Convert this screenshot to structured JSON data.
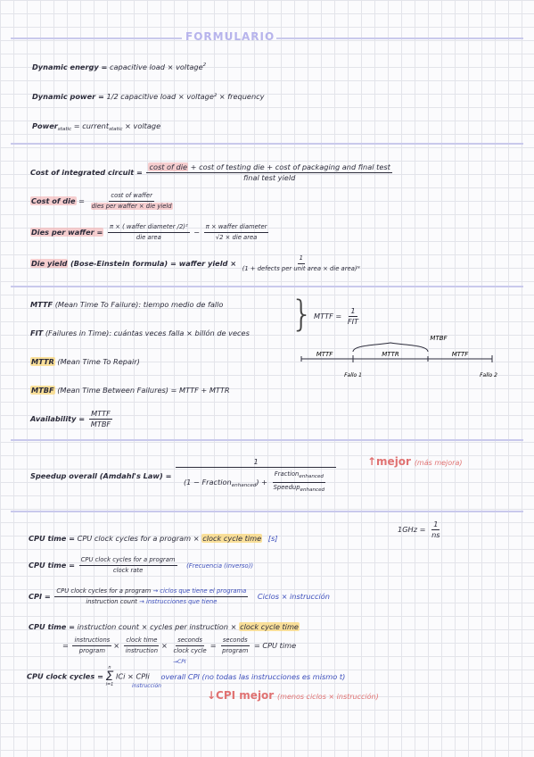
{
  "title": "FORMULARIO",
  "energy": {
    "dyn_energy_label": "Dynamic energy =",
    "dyn_energy_expr": "capacitive load × voltage",
    "sq": "2",
    "dyn_power_label": "Dynamic power =",
    "dyn_power_expr": "1/2 capacitive load × voltage² × frequency",
    "static_label": "Power",
    "static_sub": "static",
    "static_expr": "= current",
    "static_expr2": "static",
    "static_expr3": "× voltage"
  },
  "cost": {
    "ic_label": "Cost of integrated circuit =",
    "ic_num_hl": "cost of die",
    "ic_num_rest": "+ cost of testing die + cost of packaging and final test",
    "ic_den": "final test yield",
    "die_label": "Cost of die",
    "eq": "=",
    "die_num": "cost of waffer",
    "die_den": "dies per waffer × die yield",
    "dies_label": "Dies per waffer =",
    "dies_num1": "π × ( waffer diameter /2)²",
    "dies_den1": "die area",
    "minus": "−",
    "dies_num2": "π × waffer diameter",
    "dies_den2": "√2 × die area",
    "yield_label": "Die yield",
    "yield_rest": "(Bose-Einstein formula) = waffer yield ×",
    "yield_num": "1",
    "yield_den": "(1 + defects per unit area × die area)ᴺ"
  },
  "reliability": {
    "mttf_label": "MTTF",
    "mttf_desc": "(Mean Time To Failure): tiempo medio de fallo",
    "fit_label": "FIT",
    "fit_desc": "(Failures in Time): cuántas veces falla × billón de veces",
    "mttf_eq": "MTTF =",
    "mttf_num": "1",
    "mttf_den": "FIT",
    "mttr_label": "MTTR",
    "mttr_desc": "(Mean Time To Repair)",
    "mtbf_label": "MTBF",
    "mtbf_desc": "(Mean Time Between Failures) = MTTF + MTTR",
    "avail_label": "Availability =",
    "avail_num": "MTTF",
    "avail_den": "MTBF",
    "diagram": {
      "mtbf": "MTBF",
      "mttf1": "MTTF",
      "mttr": "MTTR",
      "mttf2": "MTTF",
      "fallo1": "Fallo 1",
      "fallo2": "Fallo 2"
    }
  },
  "speedup": {
    "label": "Speedup overall (Amdahl's Law) =",
    "num": "1",
    "den_left": "(1 − Fraction",
    "den_left_sub": "enhanced",
    "den_left_close": ") +",
    "den_frac_num": "Fraction",
    "den_frac_num_sub": "enhanced",
    "den_frac_den": "Speedup",
    "den_frac_den_sub": "enhanced",
    "note_big": "↑mejor",
    "note_small": "(más mejora)"
  },
  "cpu": {
    "ghz": "1GHz =",
    "ghz_num": "1",
    "ghz_den": "ns",
    "t1_label": "CPU time =",
    "t1_expr": "CPU clock cycles for a program ×",
    "t1_hl": "clock cycle time",
    "t1_unit": "[s]",
    "t2_label": "CPU time =",
    "t2_num": "CPU clock cycles for a program",
    "t2_den": "clock rate",
    "t2_note": "(Frecuencia (inverso))",
    "cpi_label": "CPI =",
    "cpi_num": "CPU clock cycles for a program",
    "cpi_num_note": "→ ciclos que tiene el programa",
    "cpi_den": "instruction count",
    "cpi_den_note": "→ instrucciones que tiene",
    "cpi_side": "Ciclos × instrucción",
    "t3_label": "CPU time =",
    "t3_expr": "instruction count × cycles per instruction ×",
    "t3_hl": "clock cycle time",
    "eq": "=",
    "f1n": "instructions",
    "f1d": "program",
    "f2n": "clock time",
    "f2d": "instruction",
    "f3n": "seconds",
    "f3d": "clock cycle",
    "f4n": "seconds",
    "f4d": "program",
    "eq_end": "= CPU time",
    "cc_label": "CPU clock cycles =",
    "sum": "Σ",
    "sum_top": "n",
    "sum_bot": "i=1",
    "sum_expr": "ICi × CPIi",
    "cpi_tag": "→CPI",
    "ic_tag": "instrucción",
    "cc_note": "overall CPI (no todas las instrucciones es mismo t)",
    "bottom_big": "↓CPI mejor",
    "bottom_small": "(menos ciclos × instrucción)"
  }
}
